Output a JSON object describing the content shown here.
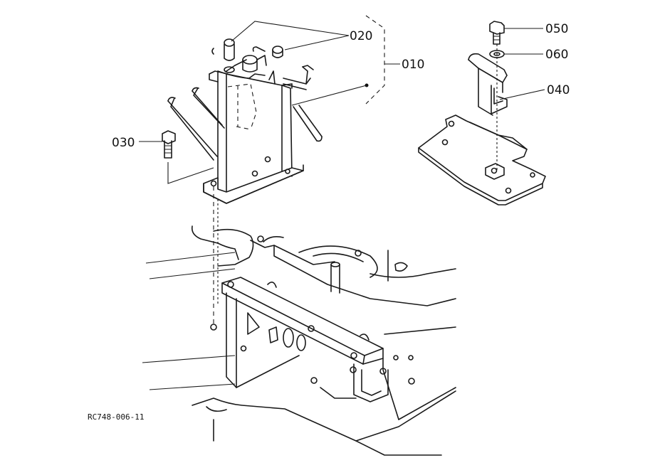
{
  "callouts": {
    "p010": "010",
    "p020": "020",
    "p030": "030",
    "p040": "040",
    "p050": "050",
    "p060": "060"
  },
  "drawing_code": "RC748-006-11"
}
